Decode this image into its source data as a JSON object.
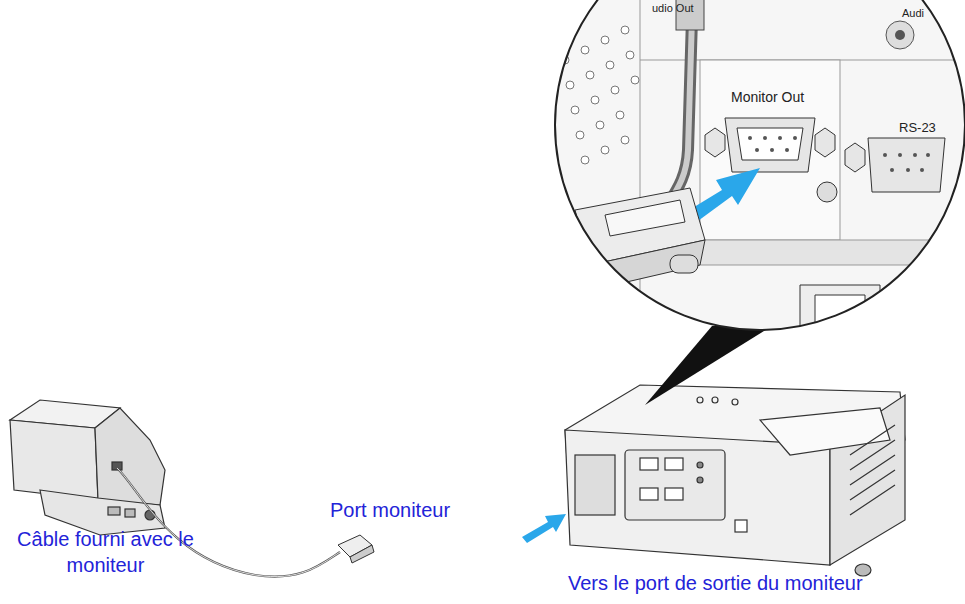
{
  "diagram": {
    "labels": [
      "Câble fourni avec le moniteur",
      "Port moniteur",
      "Vers le port de sortie du moniteur",
      "udio Out",
      "Audi",
      "Monitor Out",
      "RS-23"
    ]
  }
}
